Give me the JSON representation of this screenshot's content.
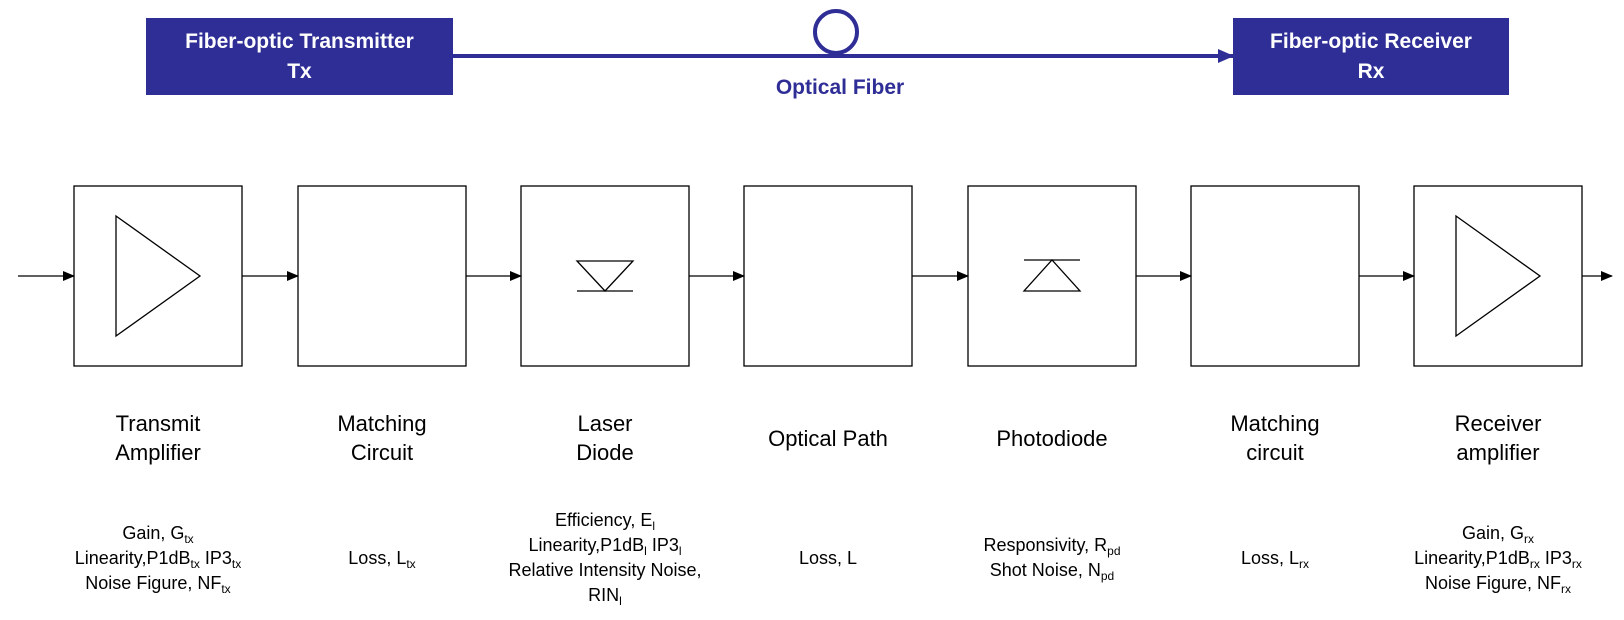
{
  "header": {
    "tx": {
      "line1": "Fiber-optic Transmitter",
      "line2": "Tx"
    },
    "rx": {
      "line1": "Fiber-optic Receiver",
      "line2": "Rx"
    },
    "fiber_label": "Optical Fiber"
  },
  "colors": {
    "header_fill": "#2e2e96",
    "header_text": "#ffffff",
    "line": "#000000"
  },
  "blocks": [
    {
      "icon": "amplifier-triangle-icon",
      "name": [
        "Transmit",
        "Amplifier"
      ],
      "params": [
        [
          {
            "t": "Gain, G"
          },
          {
            "s": "tx"
          }
        ],
        [
          {
            "t": "Linearity,P1dB"
          },
          {
            "s": "tx"
          },
          {
            "t": " IP3"
          },
          {
            "s": "tx"
          }
        ],
        [
          {
            "t": "Noise Figure, NF"
          },
          {
            "s": "tx"
          }
        ]
      ]
    },
    {
      "icon": "",
      "name": [
        "Matching",
        "Circuit"
      ],
      "params": [
        [
          {
            "t": "Loss, L"
          },
          {
            "s": "tx"
          }
        ]
      ]
    },
    {
      "icon": "laser-diode-icon",
      "name": [
        "Laser",
        "Diode"
      ],
      "params": [
        [
          {
            "t": "Efficiency, E"
          },
          {
            "s": "l"
          }
        ],
        [
          {
            "t": "Linearity,P1dB"
          },
          {
            "s": "l"
          },
          {
            "t": " IP3"
          },
          {
            "s": "l"
          }
        ],
        [
          {
            "t": "Relative Intensity Noise,"
          }
        ],
        [
          {
            "t": "RIN"
          },
          {
            "s": "l"
          }
        ]
      ]
    },
    {
      "icon": "",
      "name": [
        "Optical Path"
      ],
      "params": [
        [
          {
            "t": "Loss, L"
          }
        ]
      ]
    },
    {
      "icon": "photodiode-icon",
      "name": [
        "Photodiode"
      ],
      "params": [
        [
          {
            "t": "Responsivity, R"
          },
          {
            "s": "pd"
          }
        ],
        [
          {
            "t": "Shot Noise, N"
          },
          {
            "s": "pd"
          }
        ]
      ]
    },
    {
      "icon": "",
      "name": [
        "Matching",
        "circuit"
      ],
      "params": [
        [
          {
            "t": "Loss, L"
          },
          {
            "s": "rx"
          }
        ]
      ]
    },
    {
      "icon": "amplifier-triangle-icon",
      "name": [
        "Receiver",
        "amplifier"
      ],
      "params": [
        [
          {
            "t": "Gain, G"
          },
          {
            "s": "rx"
          }
        ],
        [
          {
            "t": "Linearity,P1dB"
          },
          {
            "s": "rx"
          },
          {
            "t": " IP3"
          },
          {
            "s": "rx"
          }
        ],
        [
          {
            "t": "Noise Figure, NF"
          },
          {
            "s": "rx"
          }
        ]
      ]
    }
  ]
}
